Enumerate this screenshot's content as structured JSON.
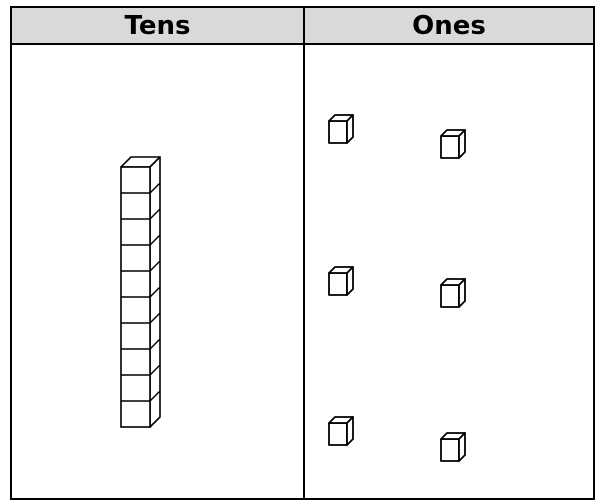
{
  "chart": {
    "tens_header": "Tens",
    "ones_header": "Ones"
  },
  "tens": {
    "rods": 1,
    "cubes_per_rod": 10
  },
  "ones": {
    "cubes": 6
  },
  "colors": {
    "header_background": "#d9d9d9",
    "border": "#000000",
    "block_fill": "#ffffff",
    "block_stroke": "#000000"
  },
  "icons": {
    "tens": "ten-rod-icon",
    "ones": "unit-cube-icon"
  }
}
